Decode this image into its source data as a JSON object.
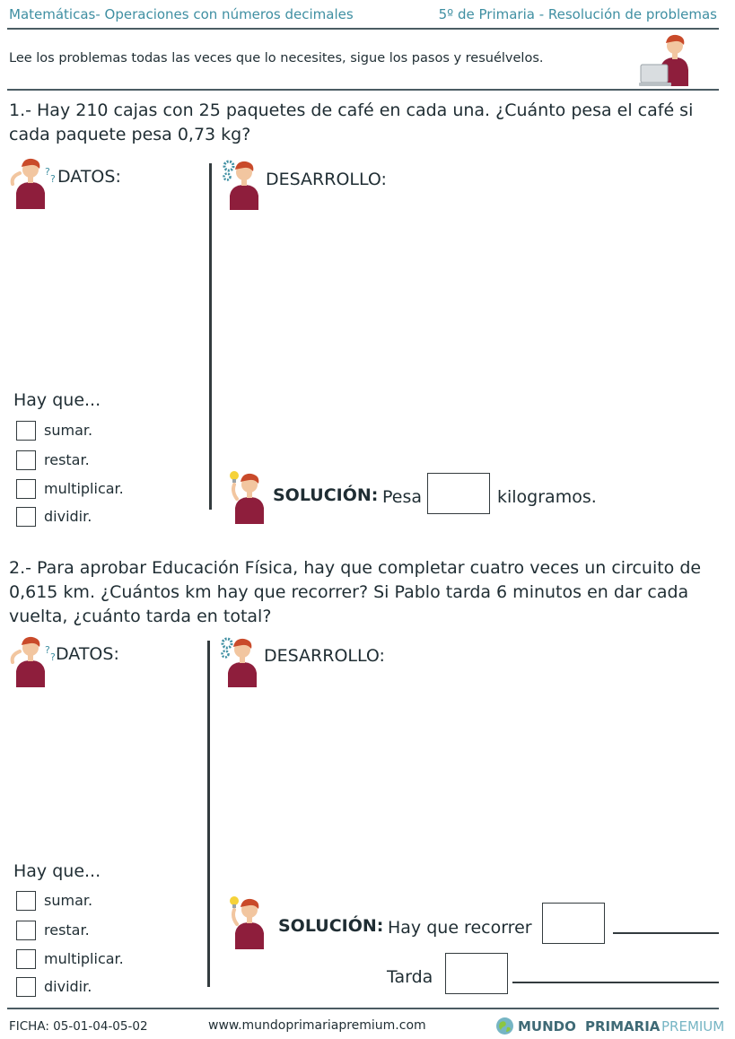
{
  "header": {
    "left": "Matemáticas- Operaciones con números decimales",
    "right": "5º de Primaria - Resolución de problemas"
  },
  "intro": "Lee los problemas todas las veces que lo necesites, sigue los pasos y resuélvelos.",
  "labels": {
    "datos": "DATOS:",
    "desarrollo": "DESARROLLO:",
    "hay_que": "Hay que...",
    "solucion": "SOLUCIÓN:"
  },
  "options": [
    "sumar.",
    "restar.",
    "multiplicar.",
    "dividir."
  ],
  "problem1": {
    "question": "1.- Hay 210 cajas con 25 paquetes de café en cada una. ¿Cuánto pesa el café si cada paquete pesa 0,73 kg?",
    "answer_prefix": "Pesa",
    "answer_suffix": "kilogramos."
  },
  "problem2": {
    "question": "2.- Para aprobar Educación Física, hay que completar cuatro veces un circuito de 0,615 km. ¿Cuántos km hay que recorrer? Si Pablo tarda 6 minutos en dar cada vuelta, ¿cuánto tarda en total?",
    "answer1_prefix": "Hay que recorrer",
    "answer2_prefix": "Tarda"
  },
  "footer": {
    "ficha": "FICHA:  05-01-04-05-02",
    "url": "www.mundoprimariapremium.com",
    "logo_part1": "MUNDO",
    "logo_part2": "PRIMARIA",
    "logo_part3": "PREMIUM"
  },
  "colors": {
    "header_text": "#3f8fa2",
    "rule": "#4b5c63",
    "character_sweater": "#8e1e3c",
    "character_hair": "#c94a2a",
    "logo_dark": "#3f6a76",
    "logo_light": "#76b5c4"
  }
}
